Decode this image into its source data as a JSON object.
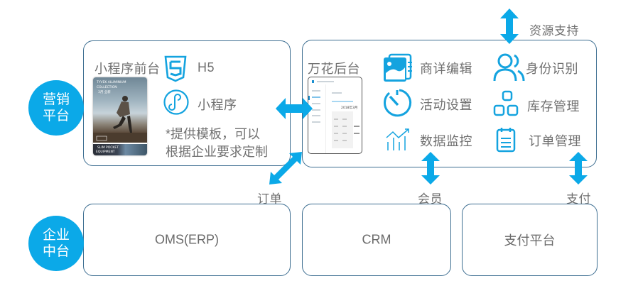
{
  "colors": {
    "accent": "#0ba9e8",
    "border": "#3d6e91",
    "text": "#707070"
  },
  "layers": {
    "marketing": {
      "label_line1": "营销",
      "label_line2": "平台"
    },
    "enterprise": {
      "label_line1": "企业",
      "label_line2": "中台"
    }
  },
  "frontend": {
    "title": "小程序前台",
    "phone_caption_line1": "TYVEK ALUMINIUM",
    "phone_caption_line2": "COLLECTION",
    "phone_caption_line3": "3月 全新",
    "phone_caption_bottom1": "SLIM POCKET",
    "phone_caption_bottom2": "EQUIPMENT",
    "items": [
      {
        "icon": "html5-icon",
        "label": "H5"
      },
      {
        "icon": "mini-program-icon",
        "label": "小程序"
      }
    ],
    "note_line1": "*提供模板，可以",
    "note_line2": "根据企业要求定制"
  },
  "backend": {
    "title": "万花后台",
    "admin_date": "2018年3月",
    "features": [
      {
        "icon": "image-edit-icon",
        "label": "商详编辑"
      },
      {
        "icon": "users-icon",
        "label": "身份识别"
      },
      {
        "icon": "timer-icon",
        "label": "活动设置"
      },
      {
        "icon": "blocks-icon",
        "label": "库存管理"
      },
      {
        "icon": "chart-icon",
        "label": "数据监控"
      },
      {
        "icon": "notepad-icon",
        "label": "订单管理"
      }
    ]
  },
  "connectors": {
    "resource_support": "资源支持",
    "orders": "订单",
    "members": "会员",
    "payment": "支付"
  },
  "middle_platform": [
    {
      "label": "OMS(ERP)"
    },
    {
      "label": "CRM"
    },
    {
      "label": "支付平台"
    }
  ]
}
